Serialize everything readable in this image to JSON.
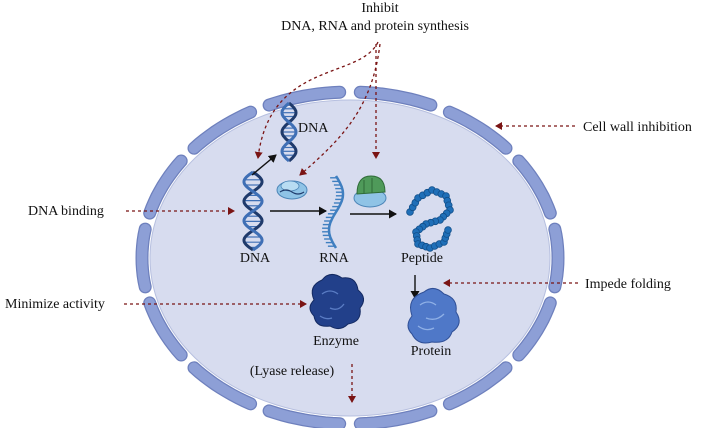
{
  "title": {
    "line1": "Inhibit",
    "line2": "DNA, RNA and protein synthesis"
  },
  "labels": {
    "cell_wall_inhibition": "Cell wall inhibition",
    "dna_binding": "DNA binding",
    "minimize_activity": "Minimize activity",
    "impede_folding": "Impede folding",
    "dna_top": "DNA",
    "dna": "DNA",
    "rna": "RNA",
    "peptide": "Peptide",
    "protein": "Protein",
    "enzyme": "Enzyme",
    "lyase_release": "(Lyase release)"
  },
  "colors": {
    "cell_fill": "#d7dcef",
    "wall_segment": "#8d9fd6",
    "wall_stroke": "#6e80bd",
    "arrow_dashed": "#7a1414",
    "dna_dark": "#1f3a6b",
    "dna_light": "#3f6fb5",
    "rna": "#3f7fc0",
    "peptide_bead": "#1f6fb8",
    "protein": "#4f78c8",
    "enzyme": "#22408a",
    "ribosome_green": "#4f9a5a",
    "ribosome_blue": "#8fc3e6"
  }
}
